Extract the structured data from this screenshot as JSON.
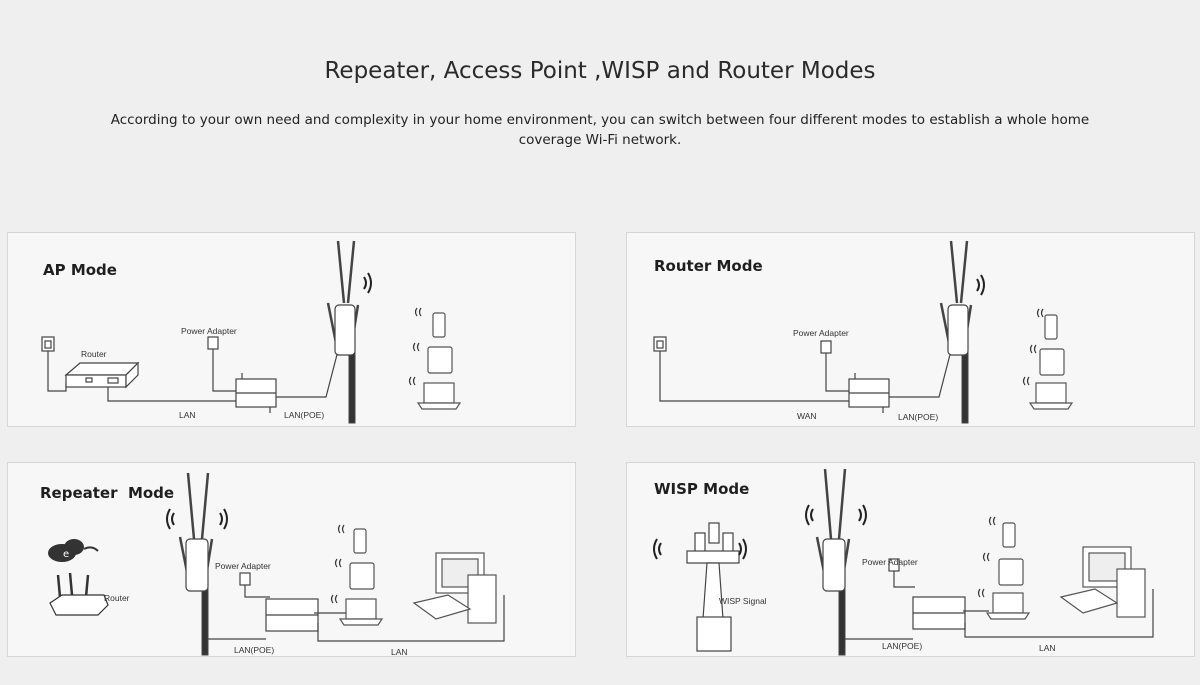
{
  "page": {
    "title": "Repeater, Access Point ,WISP and Router Modes",
    "subtitle": "According to your own need and complexity in your home environment, you can switch between four different modes to establish a whole home coverage Wi-Fi network."
  },
  "panels": {
    "ap": {
      "title": "AP Mode",
      "router_label": "Router",
      "adapter_label": "Power Adapter",
      "lan_label": "LAN",
      "lanpoe_label": "LAN(POE)"
    },
    "router": {
      "title": "Router Mode",
      "adapter_label": "Power Adapter",
      "wan_label": "WAN",
      "lanpoe_label": "LAN(POE)"
    },
    "repeater": {
      "title": "Repeater  Mode",
      "router_label": "Router",
      "adapter_label": "Power Adapter",
      "lanpoe_label": "LAN(POE)",
      "lan_label": "LAN"
    },
    "wisp": {
      "title": "WISP Mode",
      "signal_label": "WISP Signal",
      "adapter_label": "Power Adapter",
      "lanpoe_label": "LAN(POE)",
      "lan_label": "LAN"
    }
  },
  "icons": [
    "antenna-ap-icon",
    "wifi-icon",
    "phone-icon",
    "tablet-icon",
    "laptop-icon",
    "desktop-icon",
    "router-icon",
    "poe-injector-icon",
    "power-plug-icon",
    "wall-socket-icon",
    "internet-cloud-icon",
    "cell-tower-icon"
  ]
}
